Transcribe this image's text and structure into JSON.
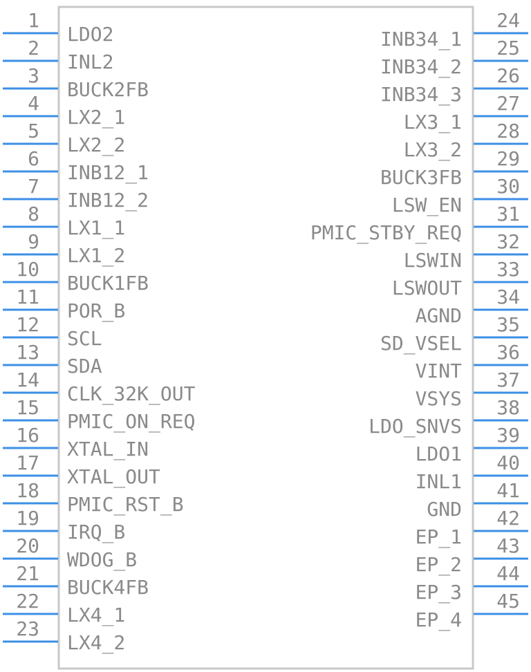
{
  "component": {
    "body_color": "#c8c8c8",
    "pin_color": "#3c8fe6",
    "text_color": "#8a8a8a",
    "left_pins": [
      {
        "num": "1",
        "name": "LDO2"
      },
      {
        "num": "2",
        "name": "INL2"
      },
      {
        "num": "3",
        "name": "BUCK2FB"
      },
      {
        "num": "4",
        "name": "LX2_1"
      },
      {
        "num": "5",
        "name": "LX2_2"
      },
      {
        "num": "6",
        "name": "INB12_1"
      },
      {
        "num": "7",
        "name": "INB12_2"
      },
      {
        "num": "8",
        "name": "LX1_1"
      },
      {
        "num": "9",
        "name": "LX1_2"
      },
      {
        "num": "10",
        "name": "BUCK1FB"
      },
      {
        "num": "11",
        "name": "POR_B"
      },
      {
        "num": "12",
        "name": "SCL"
      },
      {
        "num": "13",
        "name": "SDA"
      },
      {
        "num": "14",
        "name": "CLK_32K_OUT"
      },
      {
        "num": "15",
        "name": "PMIC_ON_REQ"
      },
      {
        "num": "16",
        "name": "XTAL_IN"
      },
      {
        "num": "17",
        "name": "XTAL_OUT"
      },
      {
        "num": "18",
        "name": "PMIC_RST_B"
      },
      {
        "num": "19",
        "name": "IRQ_B"
      },
      {
        "num": "20",
        "name": "WDOG_B"
      },
      {
        "num": "21",
        "name": "BUCK4FB"
      },
      {
        "num": "22",
        "name": "LX4_1"
      },
      {
        "num": "23",
        "name": "LX4_2"
      }
    ],
    "right_pins": [
      {
        "num": "24",
        "name": "INB34_1"
      },
      {
        "num": "25",
        "name": "INB34_2"
      },
      {
        "num": "26",
        "name": "INB34_3"
      },
      {
        "num": "27",
        "name": "LX3_1"
      },
      {
        "num": "28",
        "name": "LX3_2"
      },
      {
        "num": "29",
        "name": "BUCK3FB"
      },
      {
        "num": "30",
        "name": "LSW_EN"
      },
      {
        "num": "31",
        "name": "PMIC_STBY_REQ"
      },
      {
        "num": "32",
        "name": "LSWIN"
      },
      {
        "num": "33",
        "name": "LSWOUT"
      },
      {
        "num": "34",
        "name": "AGND"
      },
      {
        "num": "35",
        "name": "SD_VSEL"
      },
      {
        "num": "36",
        "name": "VINT"
      },
      {
        "num": "37",
        "name": "VSYS"
      },
      {
        "num": "38",
        "name": "LDO_SNVS"
      },
      {
        "num": "39",
        "name": "LDO1"
      },
      {
        "num": "40",
        "name": "INL1"
      },
      {
        "num": "41",
        "name": "GND"
      },
      {
        "num": "42",
        "name": "EP_1"
      },
      {
        "num": "43",
        "name": "EP_2"
      },
      {
        "num": "44",
        "name": "EP_3"
      },
      {
        "num": "45",
        "name": "EP_4"
      }
    ]
  }
}
